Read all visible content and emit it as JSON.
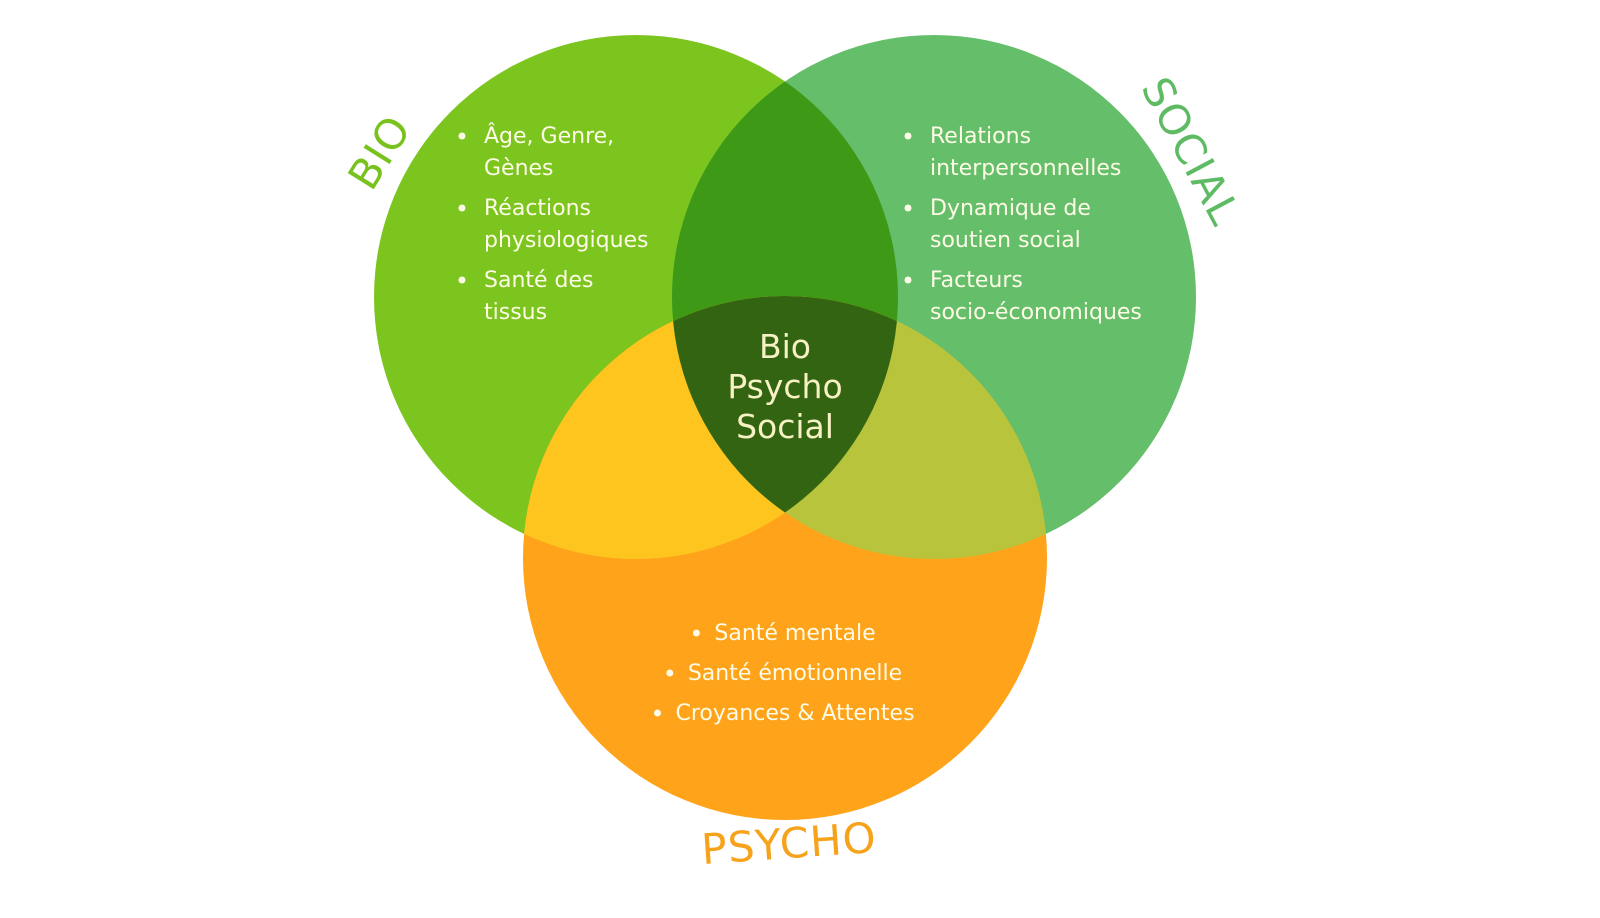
{
  "diagram": {
    "center_label": [
      "Bio",
      "Psycho",
      "Social"
    ],
    "circles": {
      "bio": {
        "label": "BIO",
        "color": "#7cc51f",
        "label_color": "#79c21e",
        "items": [
          [
            "Âge, Genre,",
            "Gènes"
          ],
          [
            "Réactions",
            "physiologiques"
          ],
          [
            "Santé des",
            "tissus"
          ]
        ]
      },
      "social": {
        "label": "SOCIAL",
        "color": "#65be6a",
        "label_color": "#5fbb63",
        "items": [
          [
            "Relations",
            "interpersonnelles"
          ],
          [
            "Dynamique de",
            "soutien social"
          ],
          [
            "Facteurs",
            "socio-économiques"
          ]
        ]
      },
      "psycho": {
        "label": "PSYCHO",
        "color": "#ffa31a",
        "label_color": "#f7a21b",
        "items": [
          [
            "Santé mentale"
          ],
          [
            "Santé émotionnelle"
          ],
          [
            "Croyances & Attentes"
          ]
        ]
      }
    },
    "overlap_colors": {
      "bio_social": "#3e9a16",
      "bio_psycho": "#fec51f",
      "social_psycho": "#b8c53c",
      "all": "#336411"
    }
  }
}
